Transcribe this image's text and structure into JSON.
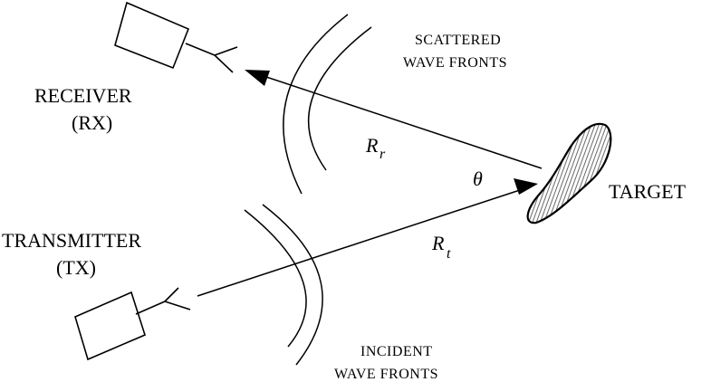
{
  "labels": {
    "receiver": "RECEIVER",
    "receiver_abbr": "(RX)",
    "transmitter": "TRANSMITTER",
    "transmitter_abbr": "(TX)",
    "target": "TARGET",
    "scattered_line1": "SCATTERED",
    "scattered_line2": "WAVE FRONTS",
    "incident_line1": "INCIDENT",
    "incident_line2": "WAVE FRONTS",
    "range_rx_symbol": "R",
    "range_rx_sub": "r",
    "range_tx_symbol": "R",
    "range_tx_sub": "t",
    "angle_symbol": "θ"
  },
  "colors": {
    "line": "#000000",
    "target_fill": "#a9a9a9",
    "background": "#ffffff"
  }
}
